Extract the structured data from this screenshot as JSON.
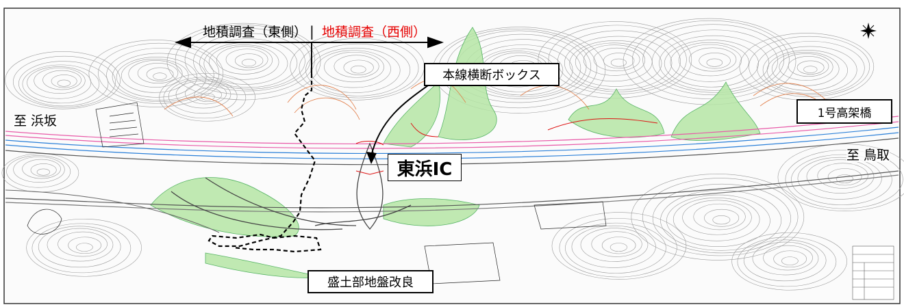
{
  "survey": {
    "east_label": "地積調査（東側）",
    "west_label": "地積調査（西側）",
    "divider": "|",
    "west_color": "#e60000"
  },
  "places": {
    "hamasaka": "至 浜坂",
    "tottori": "至 鳥取"
  },
  "callouts": {
    "box_culvert": "本線横断ボックス",
    "interchange": "東浜IC",
    "viaduct": "1号高架橋",
    "ground_improvement": "盛土部地盤改良"
  },
  "colors": {
    "greenery": "#b6e6a6",
    "contour": "#9a9a9a",
    "road_pink": "#e85aa8",
    "road_blue": "#2a7fd8",
    "grading": "#e07840"
  },
  "icons": {
    "north_arrow": "north-arrow-icon",
    "title_block": "title-block-table"
  }
}
